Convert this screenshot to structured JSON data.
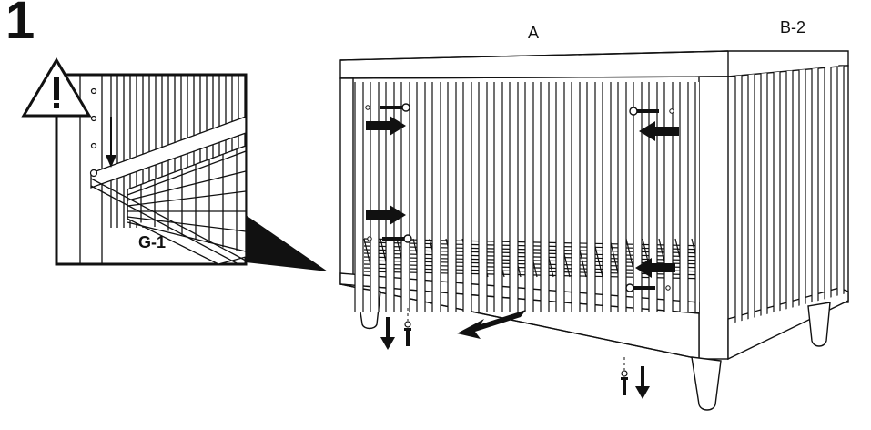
{
  "step": {
    "number": "1"
  },
  "labels": {
    "front_panel": "A",
    "side_panel": "B-2",
    "detail_part": "G-1"
  },
  "icons": [
    "warning-triangle-icon",
    "arrow-icon",
    "screw-icon",
    "bolt-icon"
  ]
}
